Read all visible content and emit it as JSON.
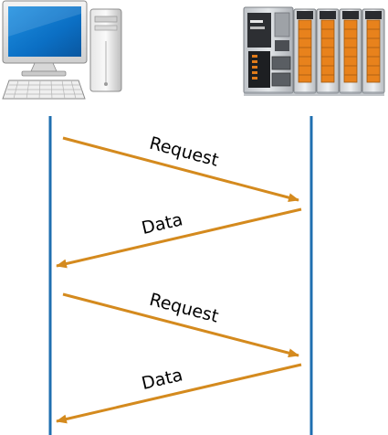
{
  "participants": [
    {
      "name": "pc-computer-icon"
    },
    {
      "name": "plc-controller-icon"
    }
  ],
  "colors": {
    "lifeline": "#1f6fb0",
    "arrow": "#d48a1e",
    "label": "#000000"
  },
  "messages": [
    {
      "label": "Request",
      "direction": "pc-to-controller"
    },
    {
      "label": "Data",
      "direction": "controller-to-pc"
    },
    {
      "label": "Request",
      "direction": "pc-to-controller"
    },
    {
      "label": "Data",
      "direction": "controller-to-pc"
    }
  ]
}
